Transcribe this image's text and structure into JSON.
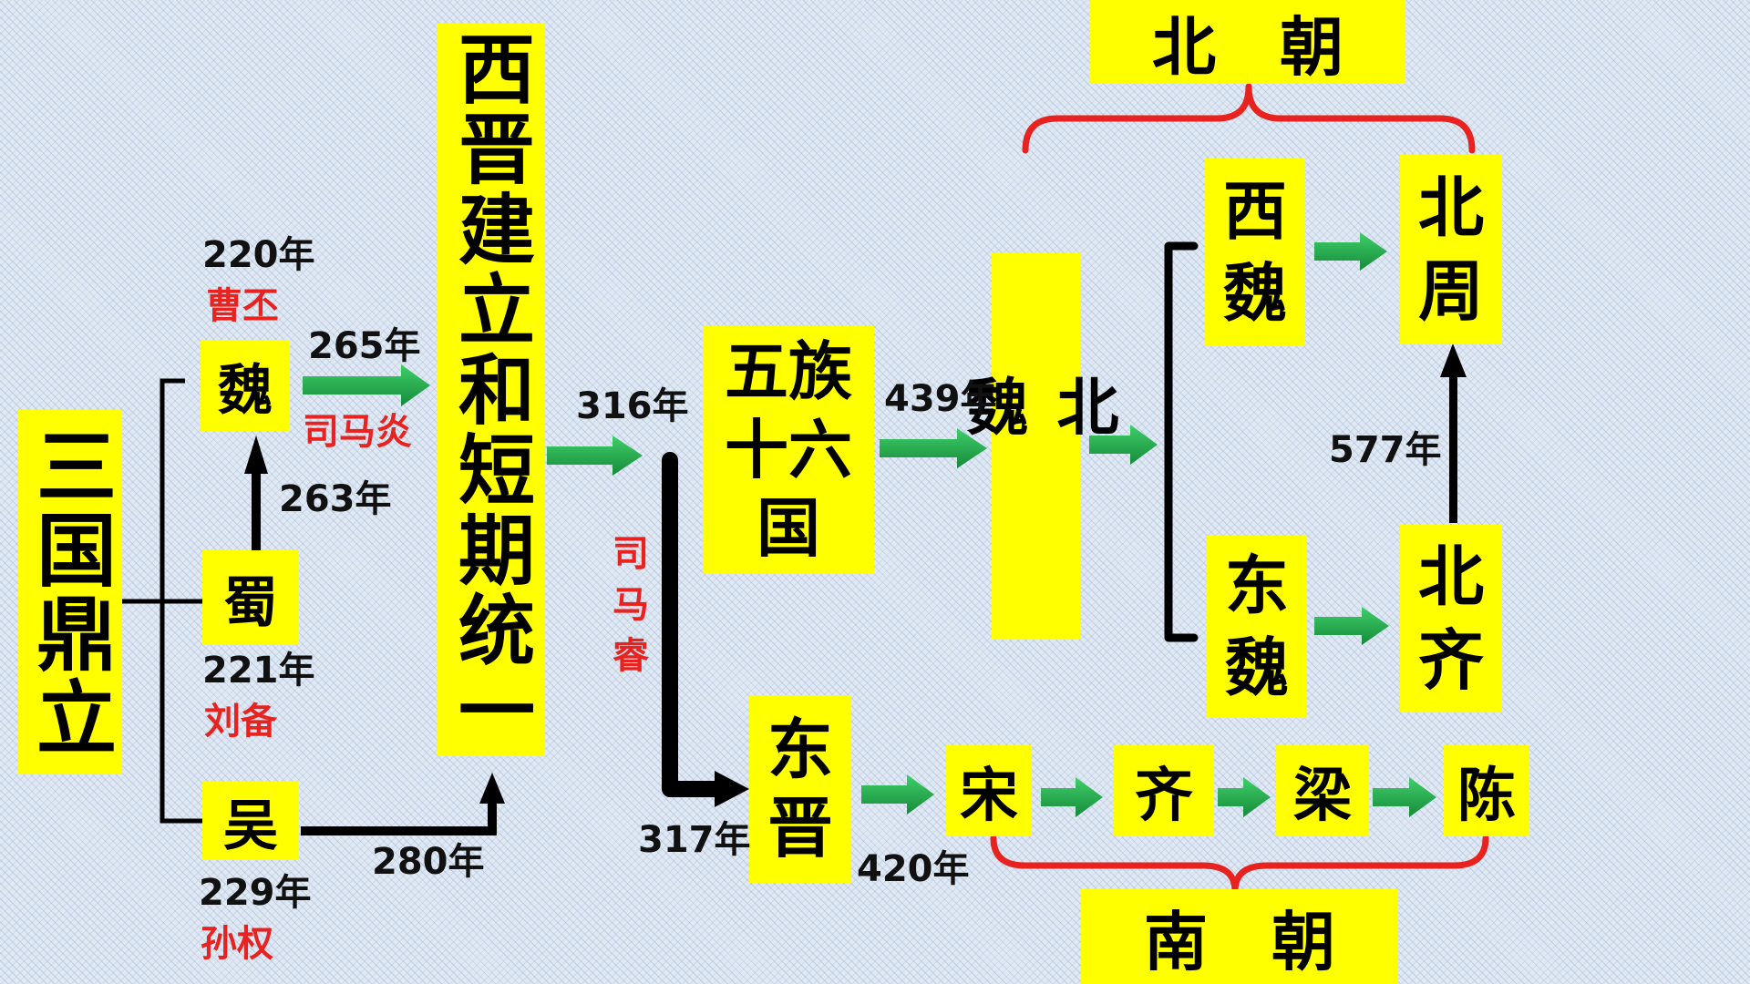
{
  "boxes": {
    "sanguo": "三国鼎立",
    "wei": "魏",
    "shu": "蜀",
    "wu": "吴",
    "xijin": "西晋建立和短期统一",
    "wuhu": "五族十六国",
    "dongjin": "东晋",
    "beiwei": "北魏",
    "xiwei": "西魏",
    "dongwei": "东魏",
    "beizhou": "北周",
    "beiqi": "北齐",
    "song": "宋",
    "qi": "齐",
    "liang": "梁",
    "chen": "陈",
    "beichao": "北　朝",
    "nanchao": "南　朝"
  },
  "years": {
    "y220": "220年",
    "y221": "221年",
    "y229": "229年",
    "y263": "263年",
    "y265": "265年",
    "y280": "280年",
    "y316": "316年",
    "y317": "317年",
    "y420": "420年",
    "y439": "439年",
    "y577": "577年"
  },
  "people": {
    "caopi": "曹丕",
    "liubei": "刘备",
    "sunquan": "孙权",
    "simayan": "司马炎",
    "simarui": "司马睿"
  },
  "colors": {
    "box": "#ffff00",
    "arrow_green": "#22a84a",
    "arrow_black": "#000000",
    "brace_red": "#e8231f",
    "person_text": "#e8231f"
  }
}
